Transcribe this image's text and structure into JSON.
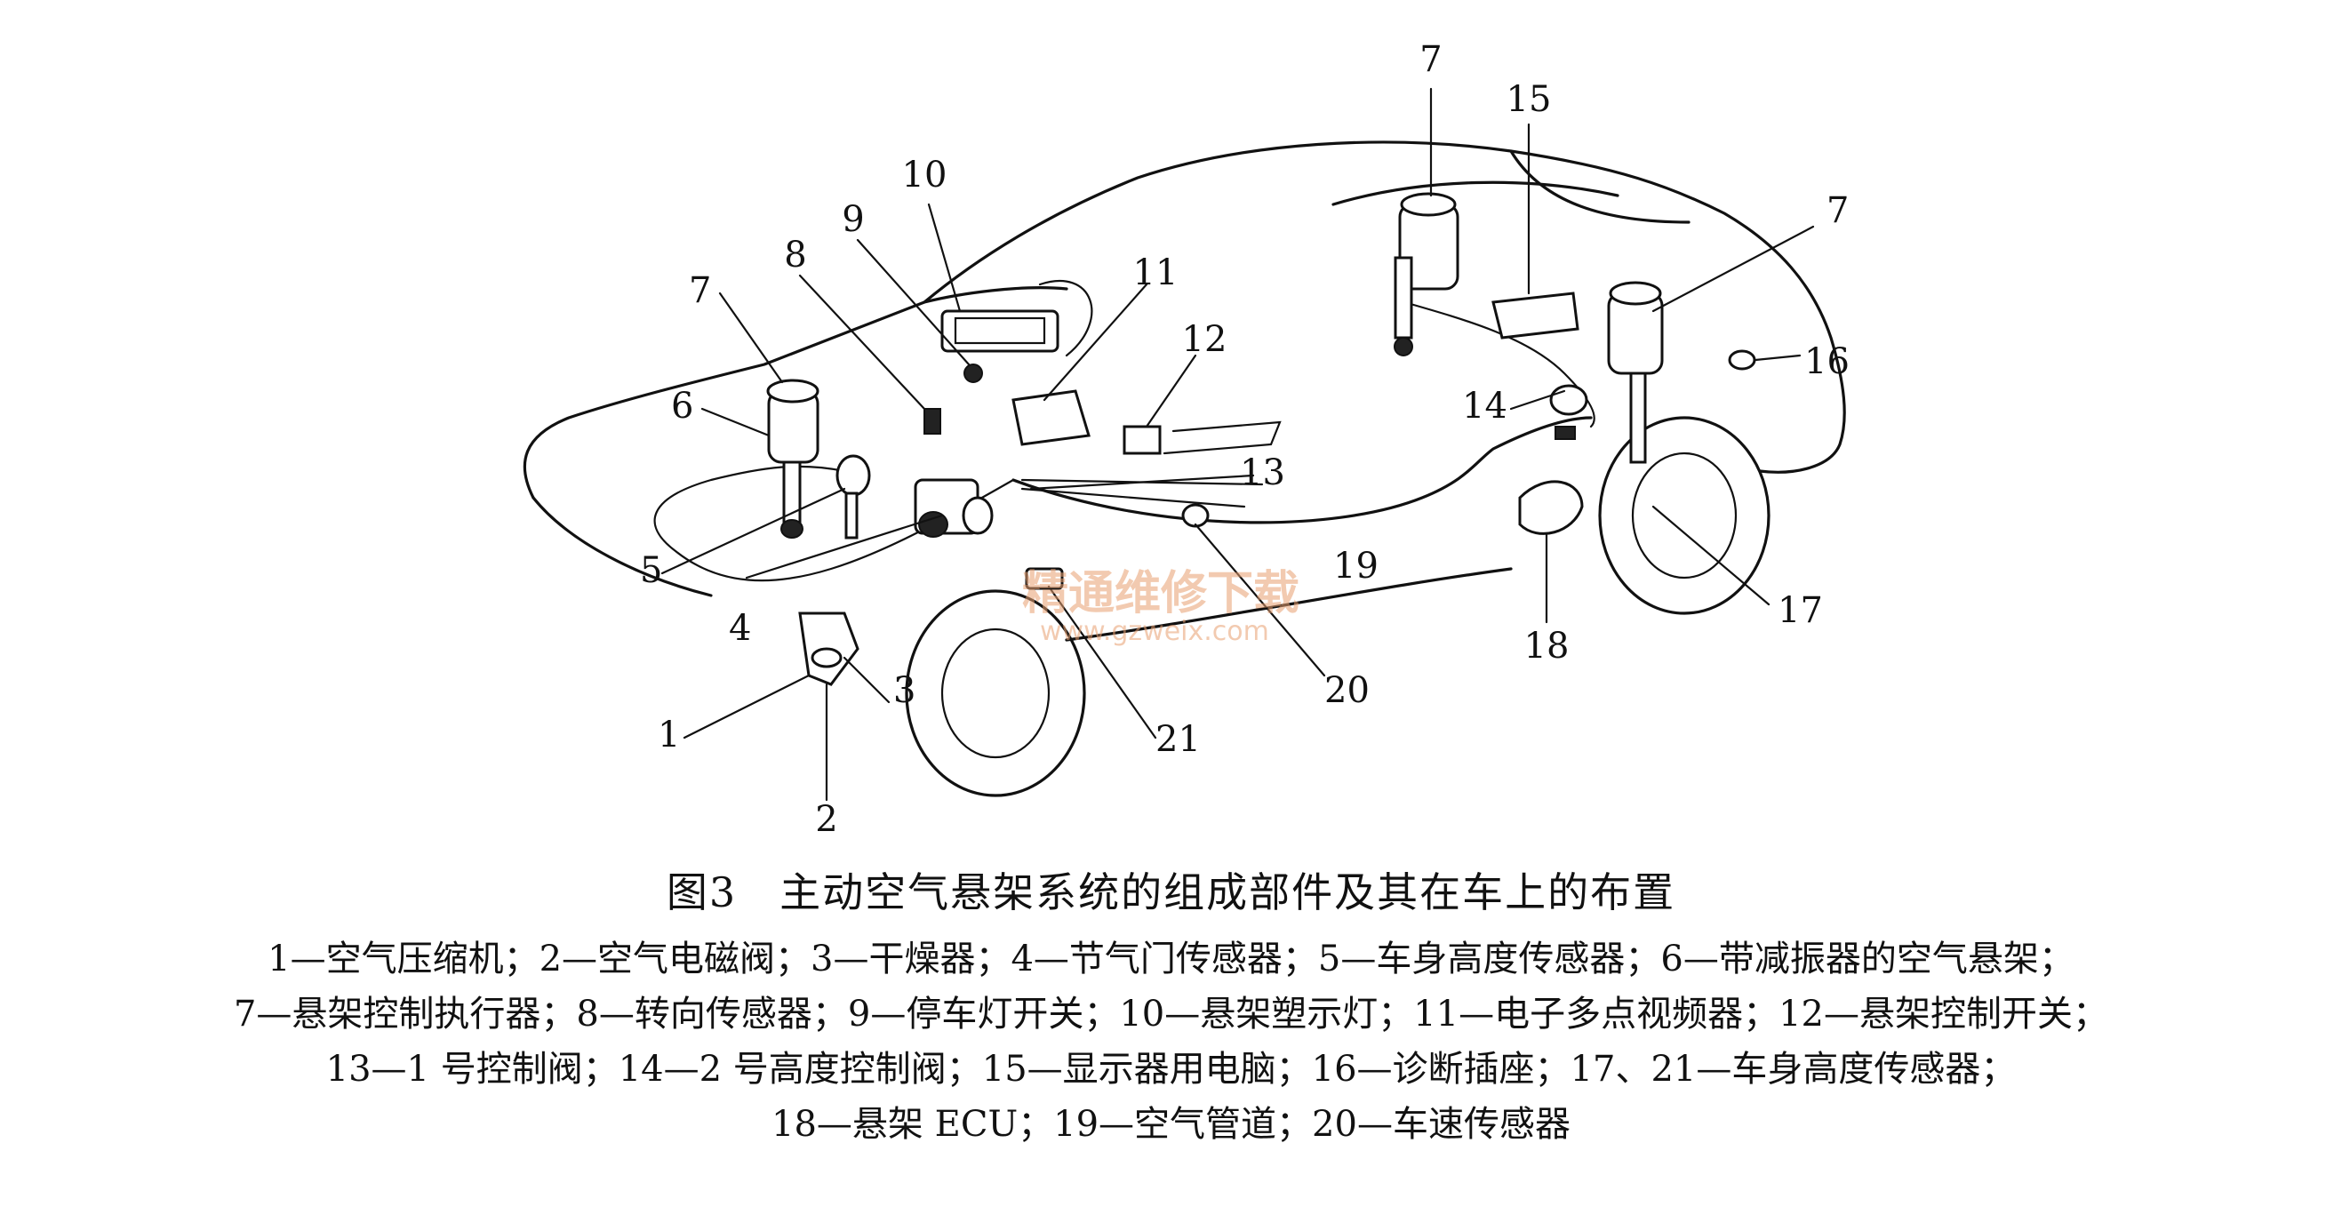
{
  "figure": {
    "labels": {
      "n1": "1",
      "n2": "2",
      "n3": "3",
      "n4": "4",
      "n5": "5",
      "n6": "6",
      "n7a": "7",
      "n7b": "7",
      "n7c": "7",
      "n8": "8",
      "n9": "9",
      "n10": "10",
      "n11": "11",
      "n12": "12",
      "n13": "13",
      "n14": "14",
      "n15": "15",
      "n16": "16",
      "n17": "17",
      "n18": "18",
      "n19": "19",
      "n20": "20",
      "n21": "21"
    },
    "watermark": {
      "text_cn": "精通维修下载",
      "text_url": "www.gzweix.com"
    }
  },
  "caption": "图3　主动空气悬架系统的组成部件及其在车上的布置",
  "legend": {
    "line1": "1—空气压缩机；2—空气电磁阀；3—干燥器；4—节气门传感器；5—车身高度传感器；6—带减振器的空气悬架；",
    "line2": "7—悬架控制执行器；8—转向传感器；9—停车灯开关；10—悬架塑示灯；11—电子多点视频器；12—悬架控制开关；",
    "line3": "13—1 号控制阀；14—2 号高度控制阀；15—显示器用电脑；16—诊断插座；17、21—车身高度传感器；",
    "line4": "18—悬架 ECU；19—空气管道；20—车速传感器"
  }
}
